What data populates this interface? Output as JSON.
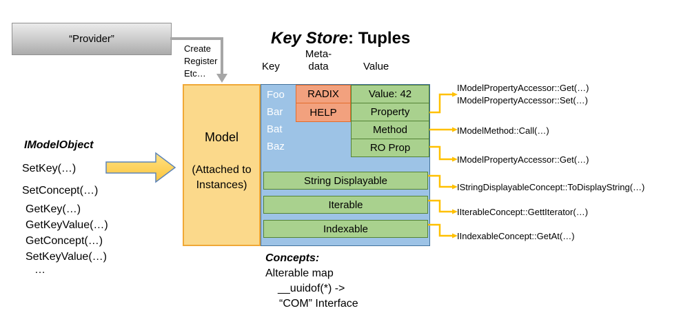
{
  "title": {
    "emphasis": "Key Store",
    "rest": ": Tuples"
  },
  "provider": {
    "label": "“Provider”"
  },
  "flow_labels": {
    "line1": "Create",
    "line2": "Register",
    "line3": "Etc…"
  },
  "headers": {
    "key": "Key",
    "meta_line1": "Meta-",
    "meta_line2": "data",
    "value": "Value"
  },
  "model_box": {
    "title": "Model",
    "subtitle_line1": "(Attached to",
    "subtitle_line2": "Instances)"
  },
  "store": {
    "keys": [
      "Foo",
      "Bar",
      "Bat",
      "Baz"
    ],
    "metadata": [
      "RADIX",
      "HELP"
    ],
    "values": [
      "Value: 42",
      "Property",
      "Method",
      "RO Prop"
    ],
    "concepts": [
      "String Displayable",
      "Iterable",
      "Indexable"
    ]
  },
  "api_labels": {
    "property_get": "IModelPropertyAccessor::Get(…)",
    "property_set": "IModelPropertyAccessor::Set(…)",
    "method": "IModelMethod::Call(…)",
    "ro_prop": "IModelPropertyAccessor::Get(…)",
    "string_displayable": "IStringDisplayableConcept::ToDisplayString(…)",
    "iterable": "IIterableConcept::GettIterator(…)",
    "indexable": "IIndexableConcept::GetAt(…)"
  },
  "left_panel": {
    "heading": "IModelObject",
    "items": [
      "SetKey(…)",
      "SetConcept(…)",
      "GetKey(…)",
      "GetKeyValue(…)",
      "GetConcept(…)",
      "SetKeyValue(…)",
      "…"
    ]
  },
  "concepts_note": {
    "heading": "Concepts:",
    "line1": "Alterable map",
    "line2": "__uuidof(*) ->",
    "line3": "“COM” Interface"
  },
  "colors": {
    "model_fill": "#FBD98B",
    "model_border": "#F0A836",
    "key_panel_fill": "#9DC3E6",
    "key_panel_border": "#41719C",
    "metadata_fill": "#F2A17E",
    "metadata_border": "#E26C2B",
    "value_fill": "#A9D18E",
    "value_border": "#548235",
    "connector_arrow": "#FFC000",
    "flow_arrow_gray": "#A6A6A6"
  }
}
